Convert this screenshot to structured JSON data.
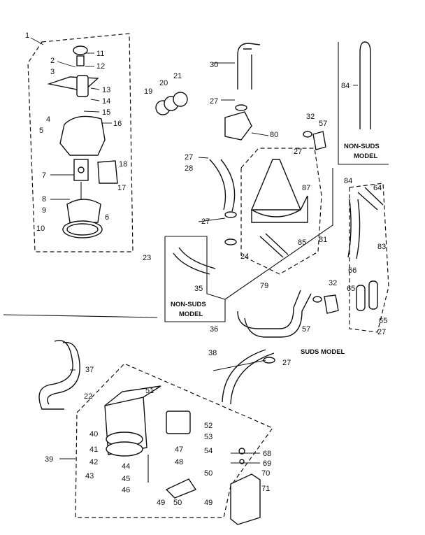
{
  "callouts": [
    "1",
    "2",
    "3",
    "4",
    "5",
    "6",
    "7",
    "8",
    "9",
    "10",
    "11",
    "12",
    "13",
    "14",
    "15",
    "16",
    "17",
    "18",
    "19",
    "20",
    "21",
    "22",
    "23",
    "24",
    "27",
    "27",
    "27",
    "27",
    "27",
    "27",
    "28",
    "30",
    "32",
    "32",
    "35",
    "36",
    "37",
    "38",
    "39",
    "40",
    "41",
    "42",
    "43",
    "44",
    "45",
    "46",
    "47",
    "48",
    "49",
    "49",
    "50",
    "50",
    "51",
    "52",
    "53",
    "54",
    "57",
    "57",
    "64",
    "65",
    "65",
    "66",
    "68",
    "69",
    "70",
    "71",
    "79",
    "80",
    "81",
    "83",
    "84",
    "84",
    "85",
    "87"
  ],
  "tags": {
    "nonsuds_upper_line1": "NON-SUDS",
    "nonsuds_upper_line2": "MODEL",
    "nonsuds_center_line1": "NON-SUDS",
    "nonsuds_center_line2": "MODEL",
    "suds_model": "SUDS MODEL"
  }
}
